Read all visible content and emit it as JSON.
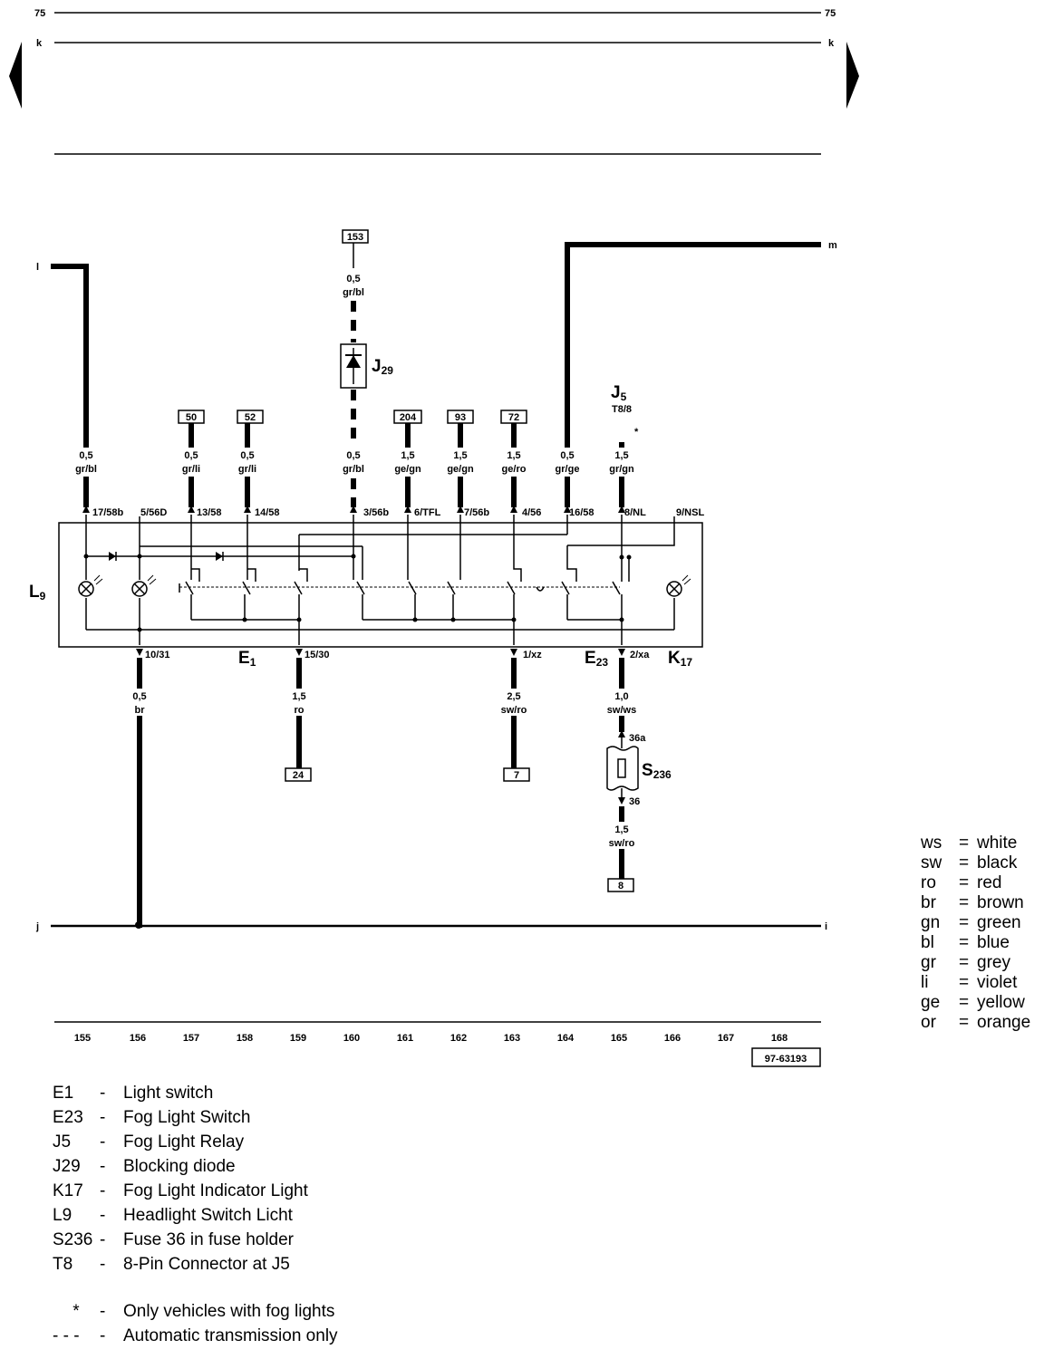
{
  "markers": {
    "page_num": "75",
    "k": "k",
    "l": "l",
    "m": "m",
    "j": "j",
    "i": "i"
  },
  "refs": [
    "153",
    "50",
    "52",
    "204",
    "93",
    "72",
    "24",
    "7",
    "8"
  ],
  "wires": {
    "w_l": [
      "0,5",
      "gr/bl"
    ],
    "w_50": [
      "0,5",
      "gr/li"
    ],
    "w_52": [
      "0,5",
      "gr/li"
    ],
    "w_153": [
      "0,5",
      "gr/bl"
    ],
    "w_160": [
      "0,5",
      "gr/bl"
    ],
    "w_204": [
      "1,5",
      "ge/gn"
    ],
    "w_93": [
      "1,5",
      "ge/gn"
    ],
    "w_72": [
      "1,5",
      "ge/ro"
    ],
    "w_m": [
      "0,5",
      "gr/ge"
    ],
    "w_j5": [
      "1,5",
      "gr/gn"
    ],
    "w_br": [
      "0,5",
      "br"
    ],
    "w_24": [
      "1,5",
      "ro"
    ],
    "w_7": [
      "2,5",
      "sw/ro"
    ],
    "w_s1": [
      "1,0",
      "sw/ws"
    ],
    "w_s2": [
      "1,5",
      "sw/ro"
    ]
  },
  "pins": {
    "top": [
      "17/58b",
      "5/56D",
      "13/58",
      "14/58",
      "3/56b",
      "6/TFL",
      "7/56b",
      "4/56",
      "16/58",
      "8/NL",
      "9/NSL"
    ],
    "bottom": [
      "10/31",
      "15/30",
      "1/xz",
      "2/xa"
    ],
    "fuse_in": "36a",
    "fuse_out": "36"
  },
  "components": {
    "J29": [
      "J",
      "29"
    ],
    "J5": [
      "J",
      "5"
    ],
    "J5_conn": "T8/8",
    "J5_star": "*",
    "L9": [
      "L",
      "9"
    ],
    "E1": [
      "E",
      "1"
    ],
    "E23": [
      "E",
      "23"
    ],
    "K17": [
      "K",
      "17"
    ],
    "S236": [
      "S",
      "236"
    ]
  },
  "tracks": [
    "155",
    "156",
    "157",
    "158",
    "159",
    "160",
    "161",
    "162",
    "163",
    "164",
    "165",
    "166",
    "167",
    "168"
  ],
  "diagram_id": "97-63193",
  "color_key": [
    {
      "code": "ws",
      "name": "white"
    },
    {
      "code": "sw",
      "name": "black"
    },
    {
      "code": "ro",
      "name": "red"
    },
    {
      "code": "br",
      "name": "brown"
    },
    {
      "code": "gn",
      "name": "green"
    },
    {
      "code": "bl",
      "name": "blue"
    },
    {
      "code": "gr",
      "name": "grey"
    },
    {
      "code": "li",
      "name": "violet"
    },
    {
      "code": "ge",
      "name": "yellow"
    },
    {
      "code": "or",
      "name": "orange"
    }
  ],
  "color_key_eq": "=",
  "component_key": [
    {
      "code": "E1",
      "desc": "Light switch"
    },
    {
      "code": "E23",
      "desc": "Fog Light Switch"
    },
    {
      "code": "J5",
      "desc": "Fog Light Relay"
    },
    {
      "code": "J29",
      "desc": "Blocking diode"
    },
    {
      "code": "K17",
      "desc": "Fog Light Indicator Light"
    },
    {
      "code": "L9",
      "desc": "Headlight Switch Licht"
    },
    {
      "code": "S236",
      "desc": "Fuse 36 in fuse holder"
    },
    {
      "code": "T8",
      "desc": "8-Pin Connector at J5"
    }
  ],
  "notes": [
    {
      "code": "*",
      "desc": "Only vehicles with fog lights"
    },
    {
      "code": "- - -",
      "desc": "Automatic transmission only"
    }
  ],
  "dash_sep": "-"
}
